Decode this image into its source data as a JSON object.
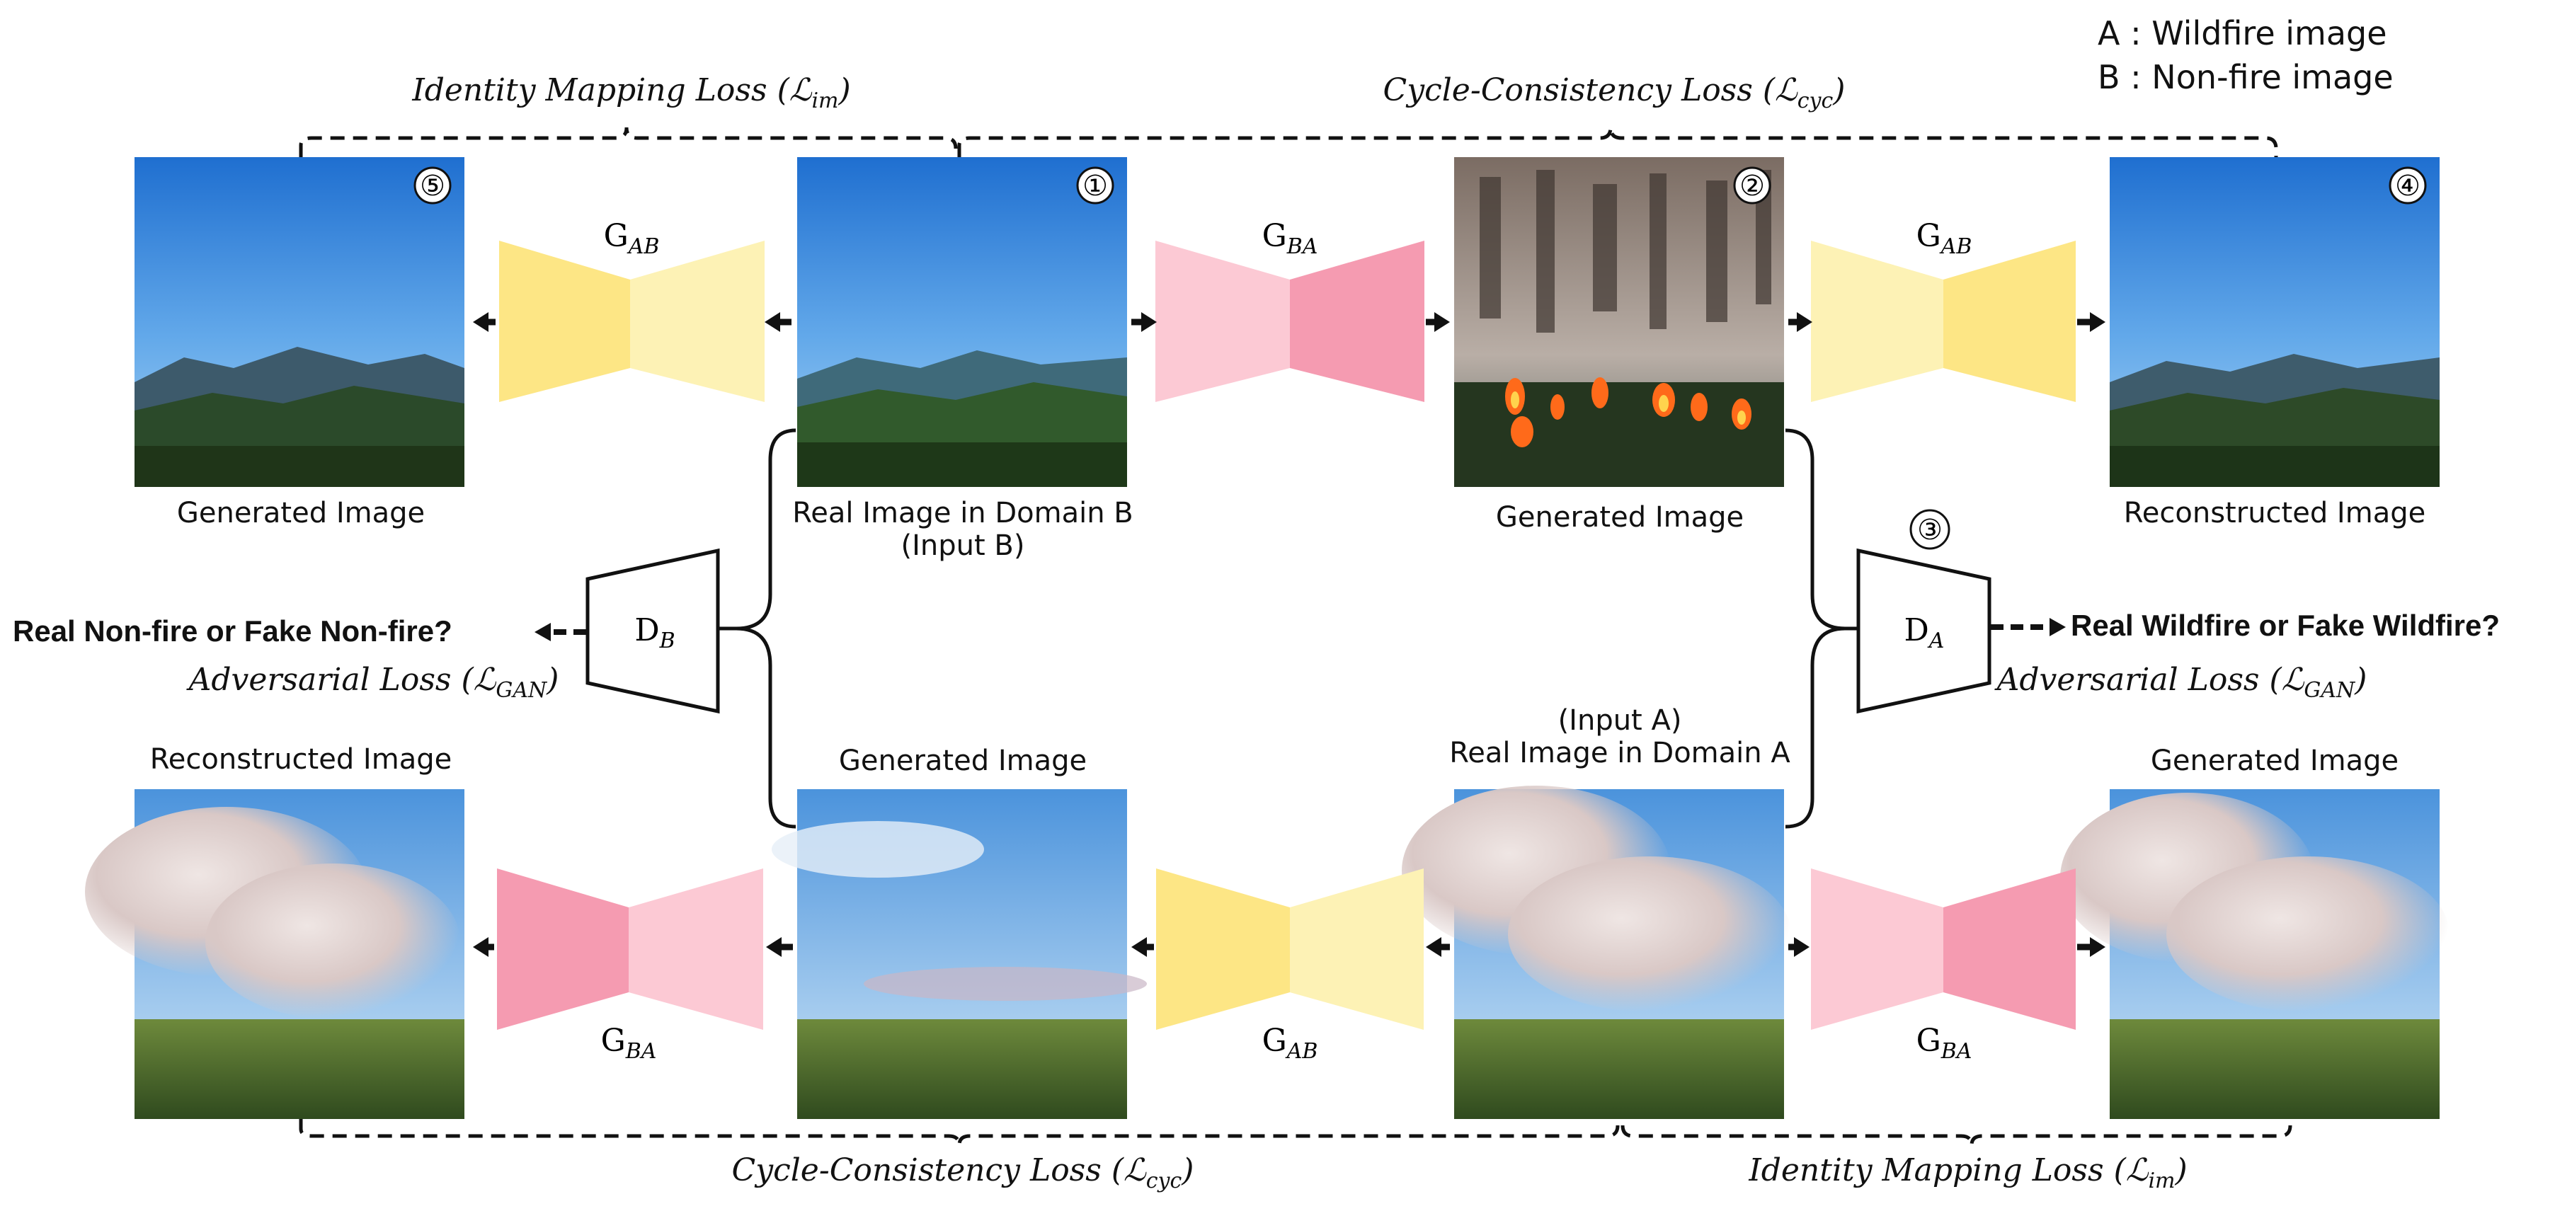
{
  "legend": [
    "A : Wildfire image",
    "B : Non-fire image"
  ],
  "losses": {
    "top_identity": {
      "text": "Identity Mapping Loss",
      "symbol": "(ℒ",
      "sub": "im",
      "close": ")"
    },
    "top_cycle": {
      "text": "Cycle-Consistency Loss",
      "symbol": "(ℒ",
      "sub": "cyc",
      "close": ")"
    },
    "bottom_cycle": {
      "text": "Cycle-Consistency Loss",
      "symbol": "(ℒ",
      "sub": "cyc",
      "close": ")"
    },
    "bottom_identity": {
      "text": "Identity Mapping Loss",
      "symbol": "(ℒ",
      "sub": "im",
      "close": ")"
    },
    "adv_left": {
      "text": "Adversarial Loss",
      "symbol": "(ℒ",
      "sub": "GAN",
      "close": ")"
    },
    "adv_right": {
      "text": "Adversarial Loss",
      "symbol": "(ℒ",
      "sub": "GAN",
      "close": ")"
    }
  },
  "images": {
    "img5": {
      "badge": "⑤",
      "caption": [
        "Generated Image"
      ]
    },
    "img1": {
      "badge": "①",
      "caption": [
        "Real Image in Domain B",
        "(Input B)"
      ]
    },
    "img2": {
      "badge": "②",
      "caption": [
        "Generated Image"
      ]
    },
    "img4": {
      "badge": "④",
      "caption": [
        "Reconstructed Image"
      ]
    },
    "bl": {
      "caption": [
        "Reconstructed Image"
      ]
    },
    "bm": {
      "caption": [
        "Generated Image"
      ]
    },
    "ba": {
      "caption": [
        "(Input A)",
        "Real Image in Domain A"
      ]
    },
    "br": {
      "caption": [
        "Generated Image"
      ]
    }
  },
  "generators": {
    "top_left": {
      "label": "G",
      "sub": "AB"
    },
    "top_mid": {
      "label": "G",
      "sub": "BA"
    },
    "top_right": {
      "label": "G",
      "sub": "AB"
    },
    "bot_left": {
      "label": "G",
      "sub": "BA"
    },
    "bot_mid": {
      "label": "G",
      "sub": "AB"
    },
    "bot_right": {
      "label": "G",
      "sub": "BA"
    }
  },
  "discriminators": {
    "left": {
      "label": "D",
      "sub": "B"
    },
    "right": {
      "label": "D",
      "sub": "A",
      "badge": "③"
    }
  },
  "questions": {
    "left": "Real Non-fire or Fake Non-fire?",
    "right": "Real Wildfire or Fake Wildfire?"
  },
  "colors": {
    "yellow_dark": "#fde685",
    "yellow_light": "#fdf2b5",
    "pink_dark": "#f59bb1",
    "pink_light": "#fcc9d4"
  }
}
